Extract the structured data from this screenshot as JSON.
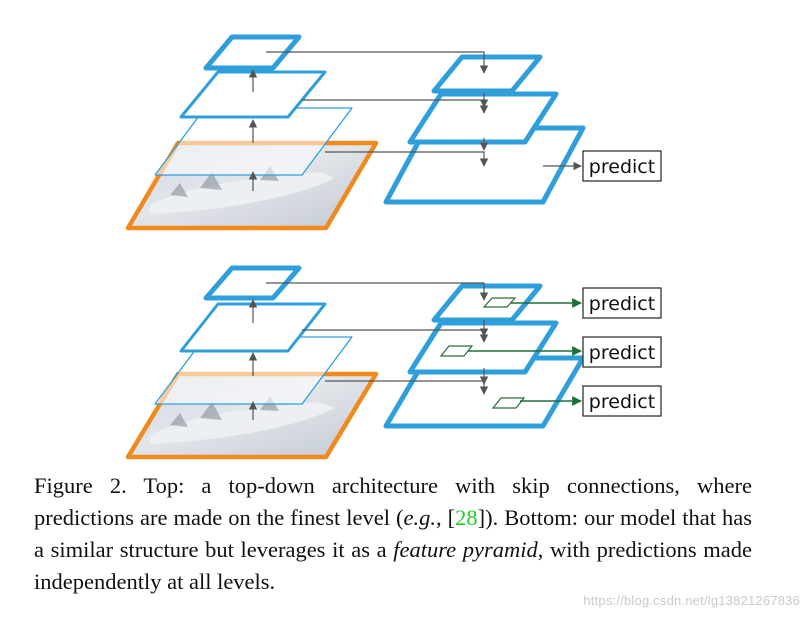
{
  "colors": {
    "pyramid_stroke": "#2f9fdc",
    "image_border": "#f08a1e",
    "connection_arrow": "#555555",
    "prediction_arrow": "#1e6e3a",
    "prediction_patch": "#2e6b3a",
    "citation": "#22cc22"
  },
  "diagram": {
    "top": {
      "predict_labels": [
        "predict"
      ]
    },
    "bottom": {
      "predict_labels": [
        "predict",
        "predict",
        "predict"
      ]
    }
  },
  "caption": {
    "figure_label": "Figure 2.",
    "part1": " Top:  a top-down architecture with skip connections, where predictions are made on the finest level (",
    "eg": "e.g.",
    "part2": ", [",
    "citation": "28",
    "part3": "]). Bottom: our model that has a similar structure but leverages it as a ",
    "feature_pyramid": "feature pyramid",
    "part4": ", with predictions made independently at all levels."
  },
  "watermark": "https://blog.csdn.net/lg13821267836"
}
